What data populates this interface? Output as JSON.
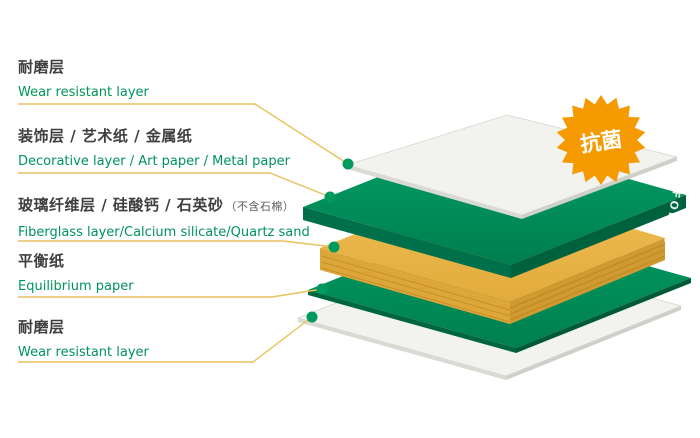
{
  "badge": {
    "label": "抗菌",
    "color": "#f59a00"
  },
  "brand": "FORCA",
  "labels": [
    {
      "zh": "耐磨层",
      "en": "Wear resistant layer"
    },
    {
      "zh": "装饰层 / 艺术纸 / 金属纸",
      "en": "Decorative layer / Art paper / Metal paper"
    },
    {
      "zh": "玻璃纤维层 / 硅酸钙 / 石英砂",
      "note": "（不含石棉）",
      "en": "Fiberglass layer/Calcium silicate/Quartz sand"
    },
    {
      "zh": "平衡纸",
      "en": "Equilibrium paper"
    },
    {
      "zh": "耐磨层",
      "en": "Wear resistant layer"
    }
  ],
  "layers": [
    {
      "name": "wear-resistant-top",
      "color": "#f2f2ef"
    },
    {
      "name": "decorative-green",
      "color": "#00935c"
    },
    {
      "name": "fiberglass-yellow",
      "color": "#ecb94e"
    },
    {
      "name": "equilibrium-green",
      "color": "#00935c"
    },
    {
      "name": "wear-resistant-bottom",
      "color": "#f2f2ef"
    }
  ],
  "colors": {
    "accent_green": "#00935c",
    "line_yellow": "#e8c25d",
    "badge_orange": "#f59a00",
    "text_dark": "#3f3f3f"
  }
}
